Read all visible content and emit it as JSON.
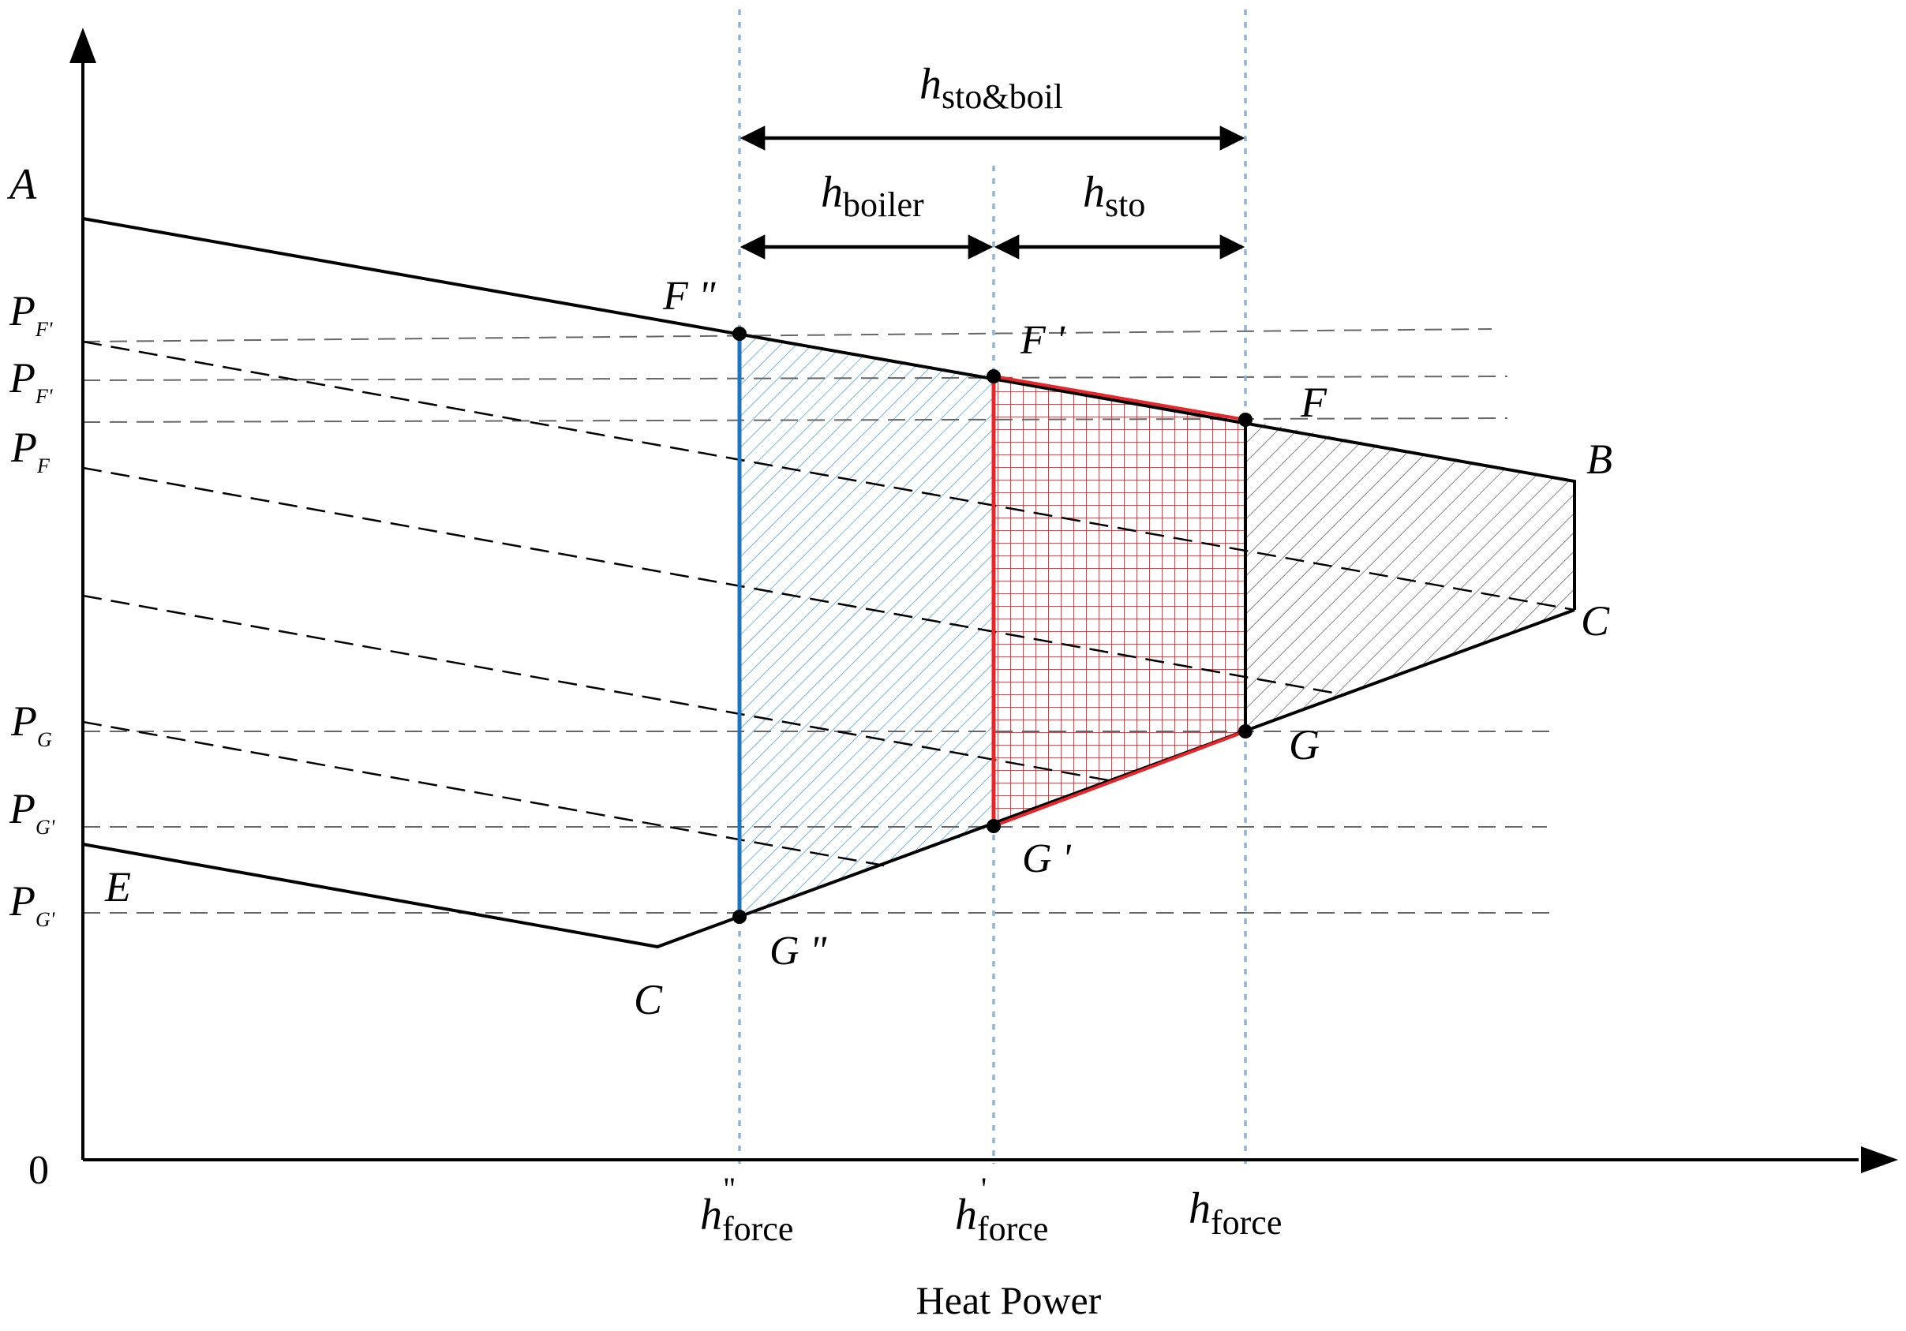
{
  "colors": {
    "axis": "#000000",
    "outline": "#000000",
    "dashed": "#555555",
    "guide": "#8fb4d9",
    "boiler_region": "#4fa3d9",
    "boiler_line": "#1f74c2",
    "storage_region": "#e8262a",
    "storage_line": "#e8262a",
    "remaining_region": "#666666"
  },
  "axes": {
    "origin_label": "0",
    "y_axis_label": "A",
    "x_axis_label": "Heat Power"
  },
  "y_tick_labels": [
    {
      "main": "P",
      "sub": "F'"
    },
    {
      "main": "P",
      "sub": "F'"
    },
    {
      "main": "P",
      "sub": "F"
    },
    {
      "main": "P",
      "sub": "G"
    },
    {
      "main": "P",
      "sub": "G'"
    },
    {
      "main": "P",
      "sub": "G'"
    }
  ],
  "x_tick_labels": [
    {
      "main": "h",
      "sub": "force",
      "sup": "\""
    },
    {
      "main": "h",
      "sub": "force",
      "sup": "'"
    },
    {
      "main": "h",
      "sub": "force",
      "sup": ""
    }
  ],
  "point_labels": {
    "B": "B",
    "C_right": "C",
    "C_bottom": "C",
    "E": "E",
    "F": "F",
    "F_prime": "F '",
    "F_double": "F \"",
    "G": "G",
    "G_prime": "G '",
    "G_double": "G \""
  },
  "spans": {
    "sto_boil": {
      "main": "h",
      "sub": "sto&boil"
    },
    "boiler": {
      "main": "h",
      "sub": "boiler"
    },
    "sto": {
      "main": "h",
      "sub": "sto"
    }
  }
}
